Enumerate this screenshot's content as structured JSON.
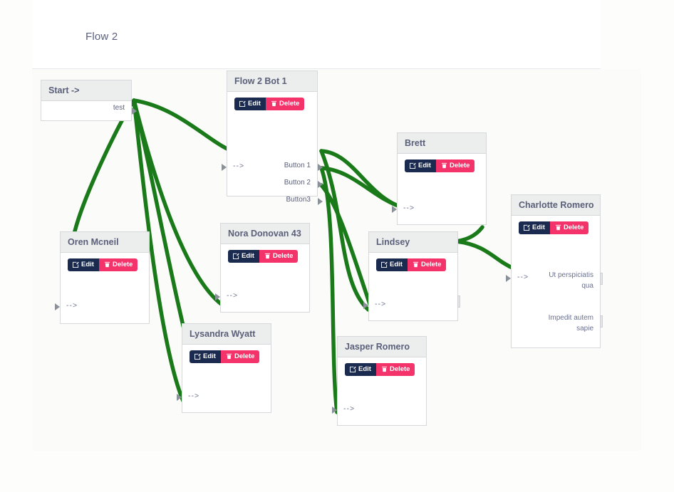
{
  "header": {
    "title": "Flow 2"
  },
  "canvas": {
    "edge_color": "#1a7a1a",
    "accent_edit": "#1b2b50",
    "accent_delete": "#f5336b"
  },
  "actions": {
    "edit_label": "Edit",
    "delete_label": "Delete"
  },
  "ports": {
    "in_arrow": "-->",
    "start_out": "test"
  },
  "nodes": [
    {
      "id": "start",
      "title": "Start ->",
      "outputs": [
        "test"
      ]
    },
    {
      "id": "bot1",
      "title": "Flow 2 Bot 1",
      "outputs": [
        "Button 1",
        "Button 2",
        "Button3"
      ]
    },
    {
      "id": "oren",
      "title": "Oren Mcneil",
      "outputs": []
    },
    {
      "id": "nora",
      "title": "Nora Donovan 43",
      "outputs": []
    },
    {
      "id": "lysandra",
      "title": "Lysandra Wyatt",
      "outputs": []
    },
    {
      "id": "jasper",
      "title": "Jasper Romero",
      "outputs": []
    },
    {
      "id": "brett",
      "title": "Brett",
      "outputs": []
    },
    {
      "id": "lindsey",
      "title": "Lindsey",
      "outputs": []
    },
    {
      "id": "charlotte",
      "title": "Charlotte Romero",
      "outputs": [
        "Ut perspiciatis qua",
        "Impedit autem sapie"
      ]
    }
  ],
  "charlotte_text": {
    "block1": "Ut perspiciatis qua",
    "block2": "Impedit autem sapie"
  }
}
